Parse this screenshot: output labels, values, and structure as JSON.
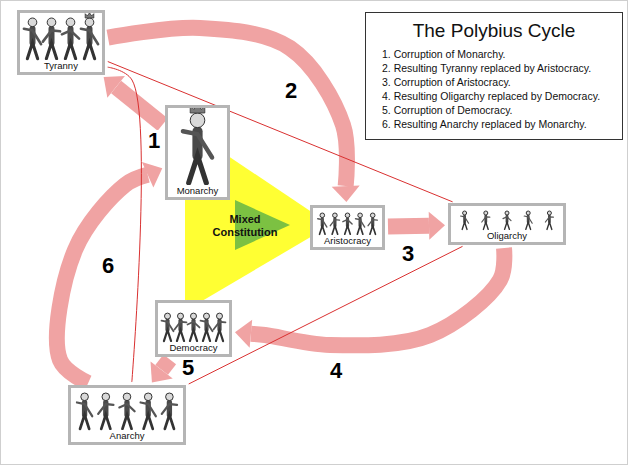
{
  "diagram": {
    "nodes": [
      {
        "text": [
          "The Polybius Cycle",
          "1. Corruption of Monarchy.",
          "2. Resulting Tyranny replaced by Aristocracy.",
          "3. Corruption of Aristocracy.",
          "4. Resulting Oligarchy replaced by Democracy.",
          "5. Corruption of Democracy.",
          "6. Resulting Anarchy replaced by Monarchy."
        ]
      },
      {
        "text": [
          "Tyranny"
        ]
      },
      {
        "text": [
          "Monarchy"
        ]
      },
      {
        "text": [
          "Mixed Constitution"
        ]
      },
      {
        "text": [
          "Aristocracy"
        ]
      },
      {
        "text": [
          "Oligarchy"
        ]
      },
      {
        "text": [
          "Democracy"
        ]
      },
      {
        "text": [
          "Anarchy"
        ]
      }
    ],
    "edges": [
      {
        "from": 2,
        "to": 1,
        "arrow": "to",
        "label": "1"
      },
      {
        "from": 1,
        "to": 4,
        "arrow": "to",
        "label": "2"
      },
      {
        "from": 4,
        "to": 5,
        "arrow": "to",
        "label": "3"
      },
      {
        "from": 5,
        "to": 6,
        "arrow": "to",
        "label": "4"
      },
      {
        "from": 6,
        "to": 7,
        "arrow": "to",
        "label": "5"
      },
      {
        "from": 7,
        "to": 2,
        "arrow": "to",
        "label": "6"
      },
      {
        "from": 1,
        "to": 5,
        "arrow": "none"
      },
      {
        "from": 5,
        "to": 7,
        "arrow": "none"
      },
      {
        "from": 7,
        "to": 1,
        "arrow": "none"
      }
    ]
  }
}
